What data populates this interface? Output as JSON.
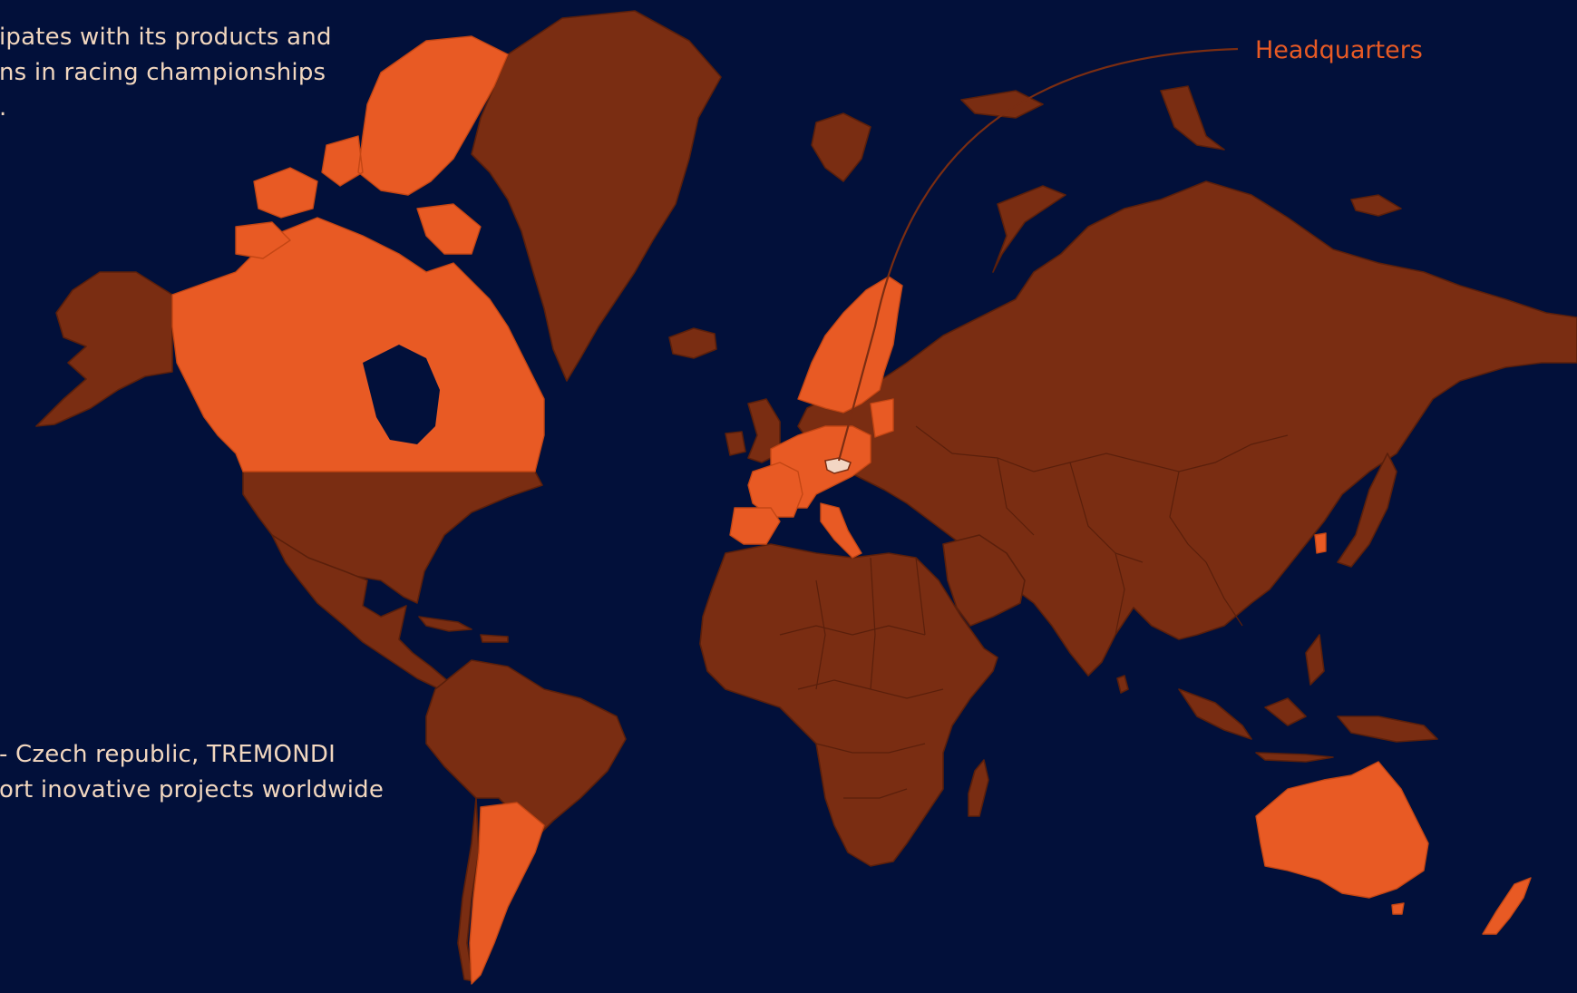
{
  "intro": {
    "lines": [
      "ipates with its products and",
      "ns in racing championships",
      "."
    ]
  },
  "headquarters_label": "Headquarters",
  "footer": {
    "lines": [
      " - Czech republic, TREMONDI",
      "ort inovative projects worldwide"
    ]
  },
  "colors": {
    "ocean": "#02103a",
    "land": "#7a2d12",
    "active_countries": "#e85a24",
    "headquarters": "#f3d6c4",
    "text": "#f2d7bf",
    "label": "#e85a24"
  },
  "map": {
    "active_countries": [
      "Canada",
      "Argentina",
      "Australia",
      "New Zealand",
      "South Korea",
      "Norway",
      "Sweden",
      "Finland",
      "Germany",
      "France",
      "Spain",
      "Italy",
      "Poland",
      "Austria",
      "Baltic states"
    ],
    "headquarters_country": "Czech Republic"
  }
}
